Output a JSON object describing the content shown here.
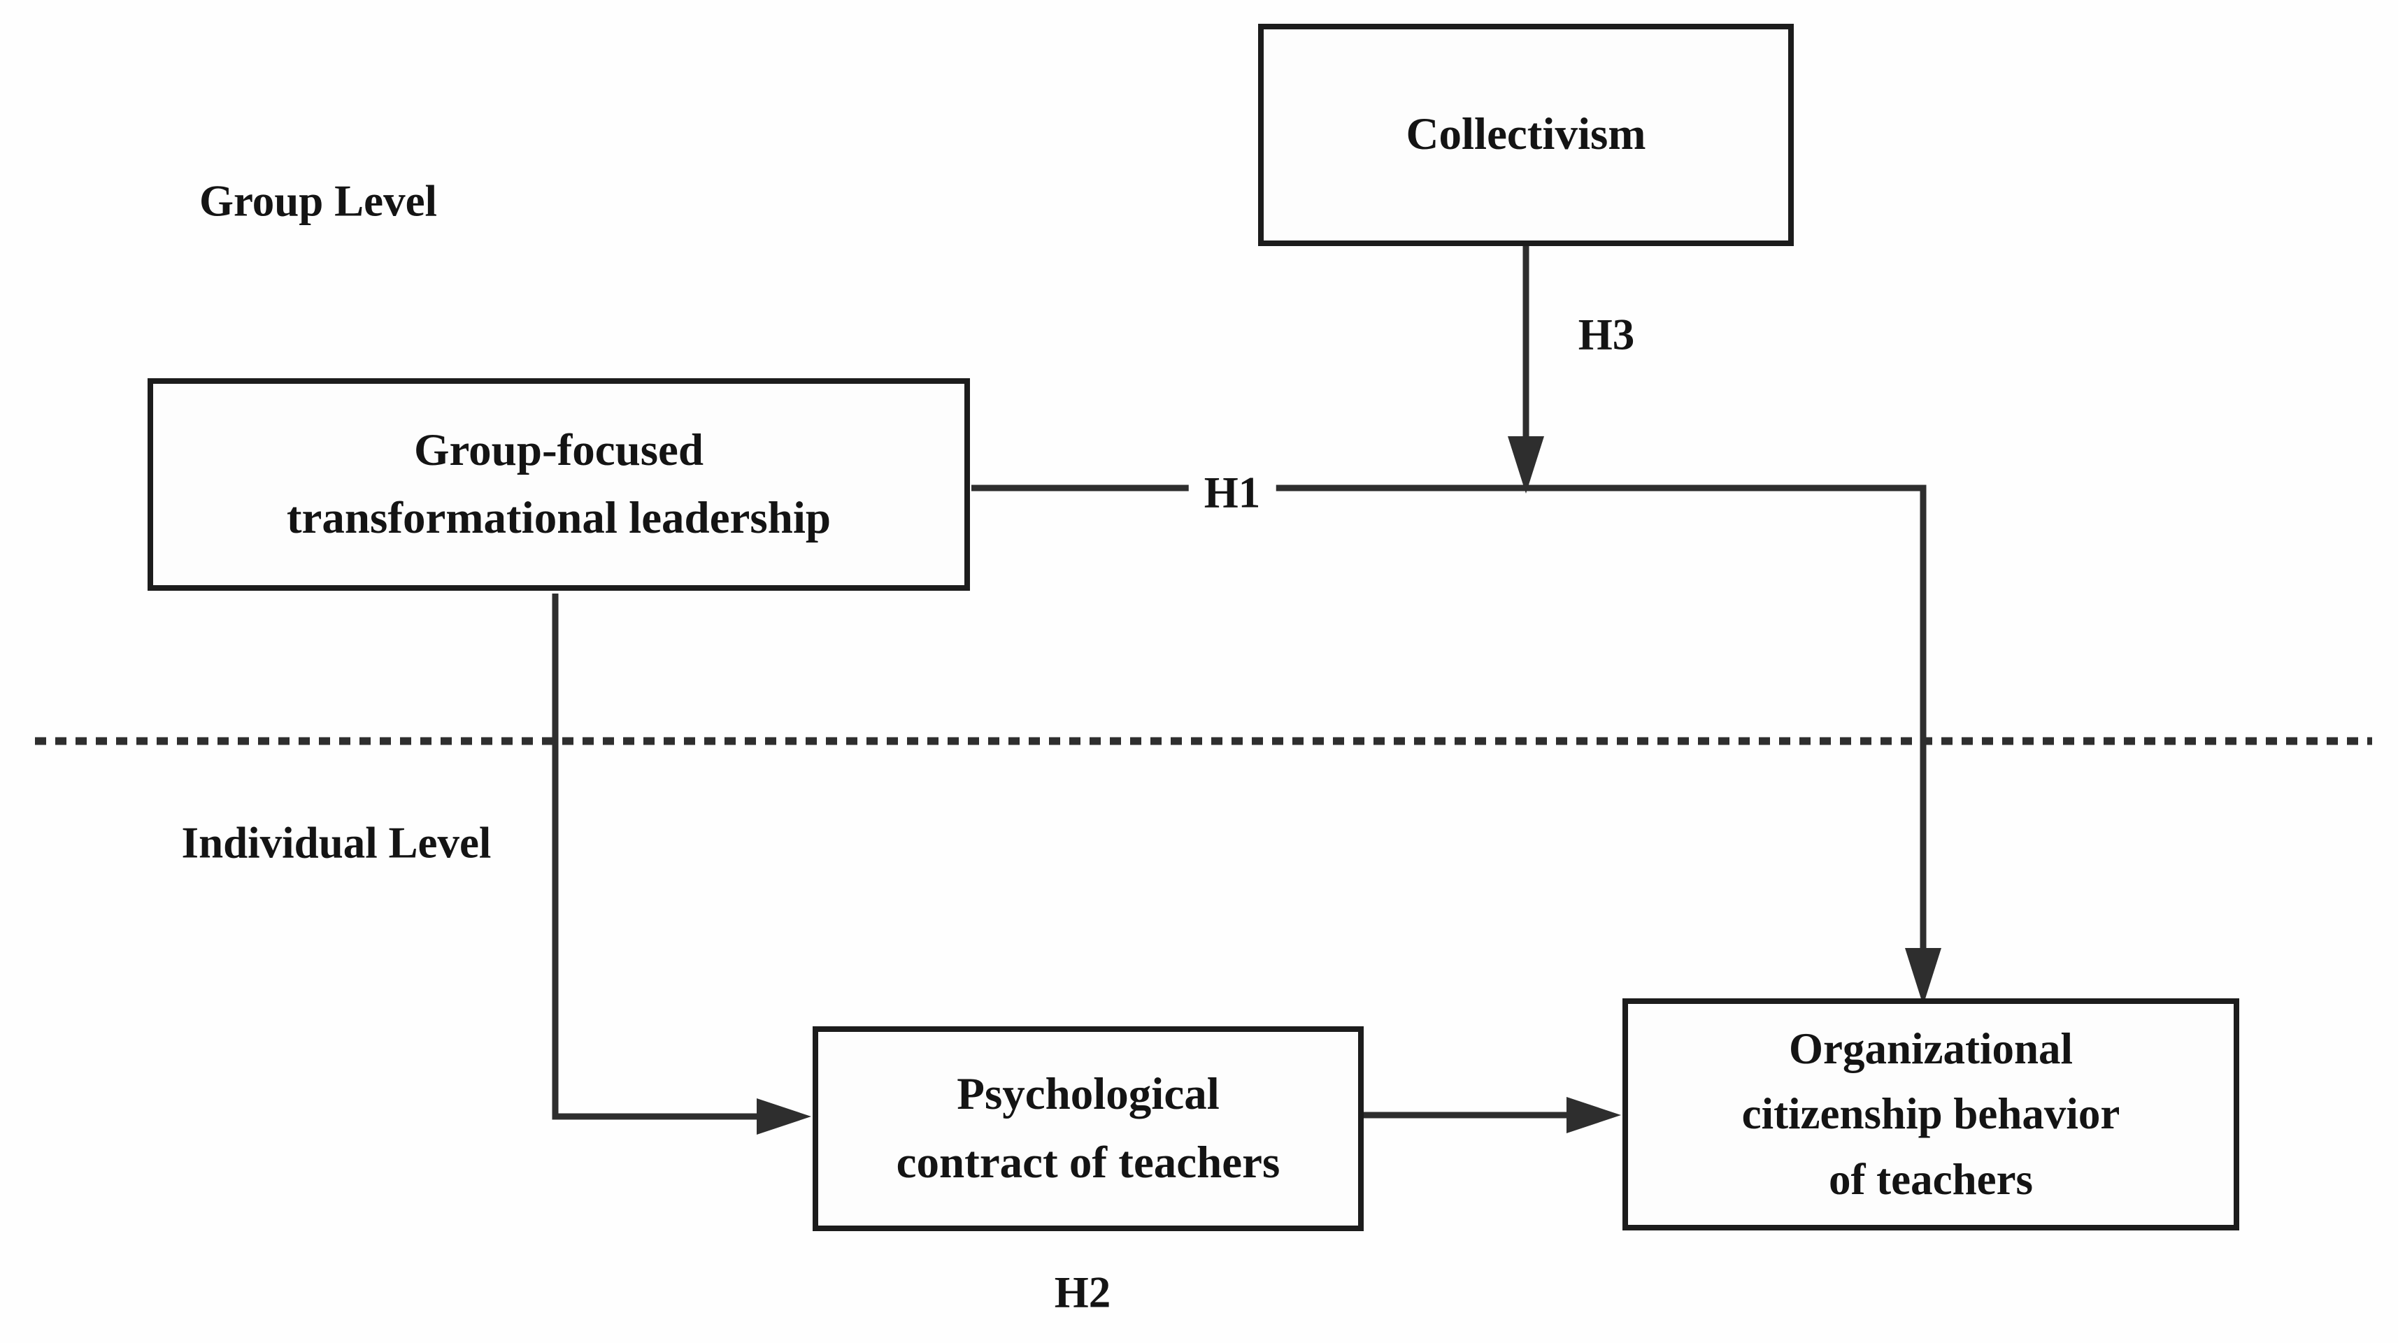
{
  "diagram": {
    "level_labels": {
      "group_level": "Group Level",
      "individual_level": "Individual Level"
    },
    "boxes": {
      "collectivism": {
        "lines": [
          "Collectivism"
        ]
      },
      "leadership": {
        "lines": [
          "Group-focused",
          "transformational leadership"
        ]
      },
      "psychological": {
        "lines": [
          "Psychological",
          "contract of teachers"
        ]
      },
      "ocb": {
        "lines": [
          "Organizational",
          "citizenship behavior",
          "of teachers"
        ]
      }
    },
    "hypotheses": {
      "h1": "H1",
      "h2": "H2",
      "h3": "H3"
    },
    "colors": {
      "line": "#2e2e2e",
      "box_border": "#1c1c1c",
      "text": "#141414",
      "background": "#ffffff"
    }
  }
}
